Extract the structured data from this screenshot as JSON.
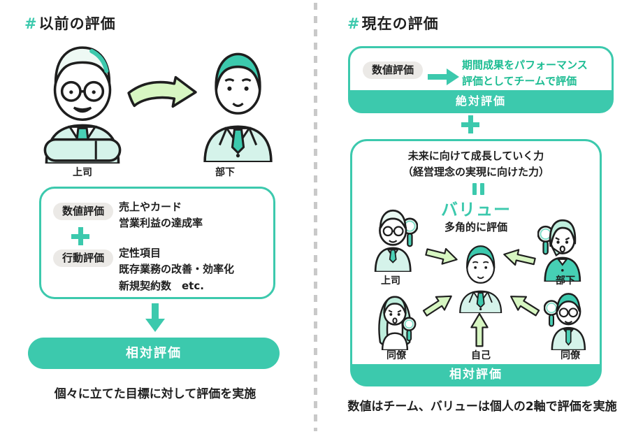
{
  "colors": {
    "teal": "#3cc9ad",
    "green_text": "#1bbc92",
    "arrow_green": "#d7f6c2",
    "pill_gray": "#ebe9e6",
    "text": "#1e1e1e"
  },
  "left": {
    "title_hash": "#",
    "title": "以前の評価",
    "boss_label": "上司",
    "subordinate_label": "部下",
    "box": {
      "numeric_pill": "数値評価",
      "numeric_lines": [
        "売上やカード",
        "営業利益の達成率"
      ],
      "behavior_pill": "行動評価",
      "behavior_lines": [
        "定性項目",
        "既存業務の改善・効率化",
        "新規契約数　etc."
      ]
    },
    "banner": "相対評価",
    "caption": "個々に立てた目標に対して評価を実施"
  },
  "right": {
    "title_hash": "#",
    "title": "現在の評価",
    "top_box": {
      "pill": "数値評価",
      "lines": [
        "期間成果をパフォーマンス",
        "評価としてチームで評価"
      ],
      "footer": "絶対評価"
    },
    "big_box": {
      "heading_lines": [
        "未来に向けて成長していく力",
        "（経営理念の実現に向けた力）"
      ],
      "value_word": "バリュー",
      "value_sub": "多角的に評価",
      "labels": {
        "boss": "上司",
        "subordinate": "部下",
        "peer_left": "同僚",
        "self": "自己",
        "peer_right": "同僚"
      },
      "footer": "相対評価"
    },
    "caption": "数値はチーム、バリューは個人の2軸で評価を実施"
  }
}
